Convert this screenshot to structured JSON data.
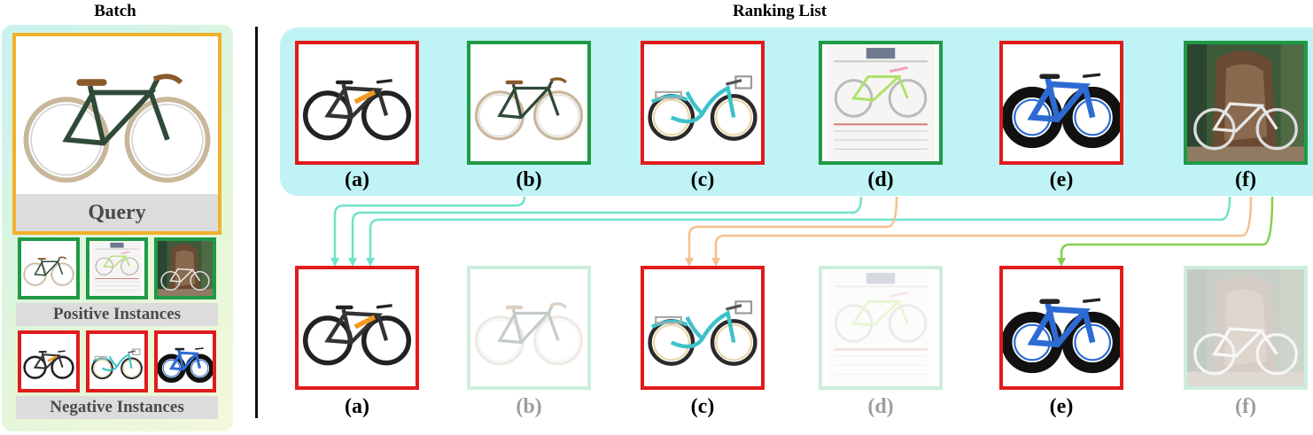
{
  "batch": {
    "title": "Batch",
    "query_label": "Query",
    "positive_label": "Positive Instances",
    "negative_label": "Negative Instances"
  },
  "ranking": {
    "title": "Ranking List",
    "top_labels": [
      "(a)",
      "(b)",
      "(c)",
      "(d)",
      "(e)",
      "(f)"
    ],
    "bottom_labels": [
      "(a)",
      "(b)",
      "(c)",
      "(d)",
      "(e)",
      "(f)"
    ]
  },
  "colors": {
    "negative_border": "#e01b1b",
    "positive_border": "#1f9a45",
    "query_border": "#f2b12b",
    "arrow_teal": "#6fe3c8",
    "arrow_orange": "#f4c08c",
    "arrow_green": "#86cf4f",
    "ranking_panel": "#bff3f5"
  },
  "icons": {
    "image_a": "mountain-bike-orange-black",
    "image_b": "fixie-bike-dark-green",
    "image_c": "cruiser-bike-teal",
    "image_d": "bike-geometry-chart",
    "image_e": "fat-bike-blue",
    "image_f": "bike-in-forest-photo"
  }
}
